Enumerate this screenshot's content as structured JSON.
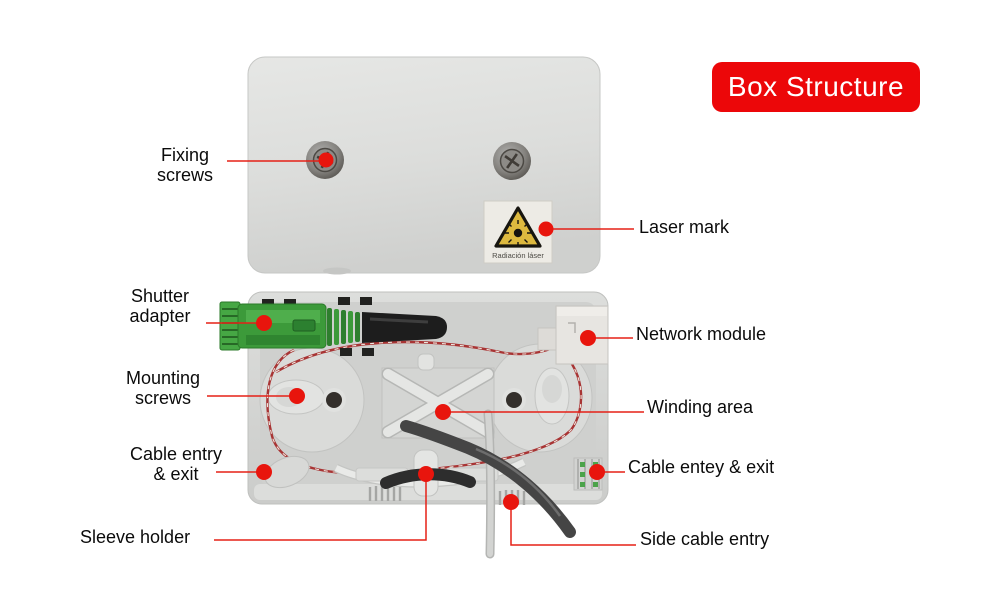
{
  "banner": {
    "label": "Box Structure",
    "bg_color": "#ec0709",
    "text_color": "#ffffff"
  },
  "labels": {
    "fixing_screws": "Fixing\nscrews",
    "laser_mark": "Laser mark",
    "shutter_adapter": "Shutter\nadapter",
    "network_module": "Network module",
    "mounting_screws": "Mounting\nscrews",
    "winding_area": "Winding area",
    "cable_entry_exit_left": "Cable entry\n& exit",
    "cable_entey_exit_right": "Cable entey & exit",
    "sleeve_holder": "Sleeve holder",
    "side_cable_entry": "Side cable entry"
  },
  "sticker": {
    "text": "Radiación láser"
  },
  "colors": {
    "leader_line": "#e52017",
    "pointer_dot": "#e8150d",
    "adapter_green": "#3c9a3a",
    "box_gray": "#d6d7d5",
    "warning_yellow": "#ddb93f",
    "cable_red": "#a83434",
    "cable_dark": "#454545"
  }
}
